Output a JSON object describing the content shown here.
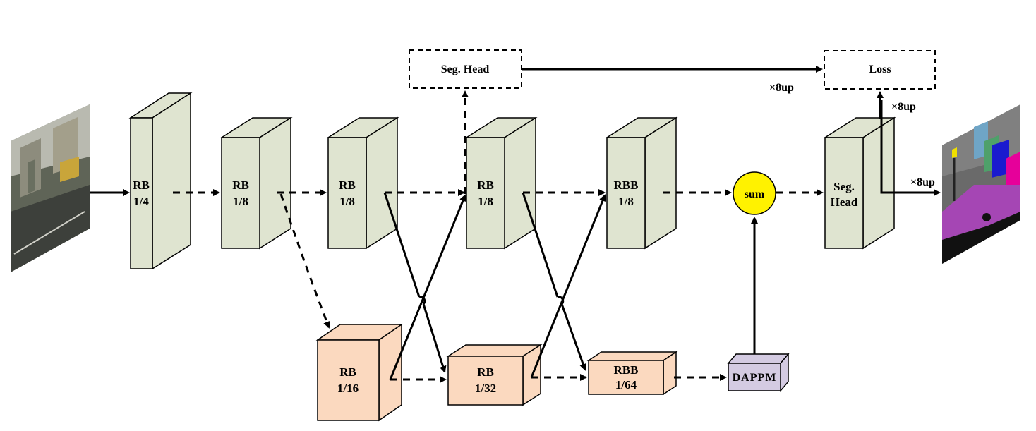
{
  "colors": {
    "high_res_block": "#dfe4d0",
    "low_res_block": "#fbd9bf",
    "dappm_block": "#d4cbe2",
    "sum_node": "#fff200"
  },
  "blocks": {
    "rb_1_4": {
      "line1": "RB",
      "line2": "1/4"
    },
    "rb_1_8_a": {
      "line1": "RB",
      "line2": "1/8"
    },
    "rb_1_8_b": {
      "line1": "RB",
      "line2": "1/8"
    },
    "rb_1_8_c": {
      "line1": "RB",
      "line2": "1/8"
    },
    "rbb_1_8": {
      "line1": "RBB",
      "line2": "1/8"
    },
    "seg_head_main": {
      "line1": "Seg.",
      "line2": "Head"
    },
    "rb_1_16": {
      "line1": "RB",
      "line2": "1/16"
    },
    "rb_1_32": {
      "line1": "RB",
      "line2": "1/32"
    },
    "rbb_1_64": {
      "line1": "RBB",
      "line2": "1/64"
    },
    "dappm": {
      "label": "DAPPM"
    }
  },
  "boxes": {
    "seg_head_aux": "Seg. Head",
    "loss": "Loss"
  },
  "nodes": {
    "sum": "sum"
  },
  "annotations": {
    "upsample_aux": "×8up",
    "upsample_loss": "×8up",
    "upsample_output": "×8up"
  },
  "images": {
    "input": "street-scene-input-photo",
    "output": "segmentation-output-map"
  }
}
